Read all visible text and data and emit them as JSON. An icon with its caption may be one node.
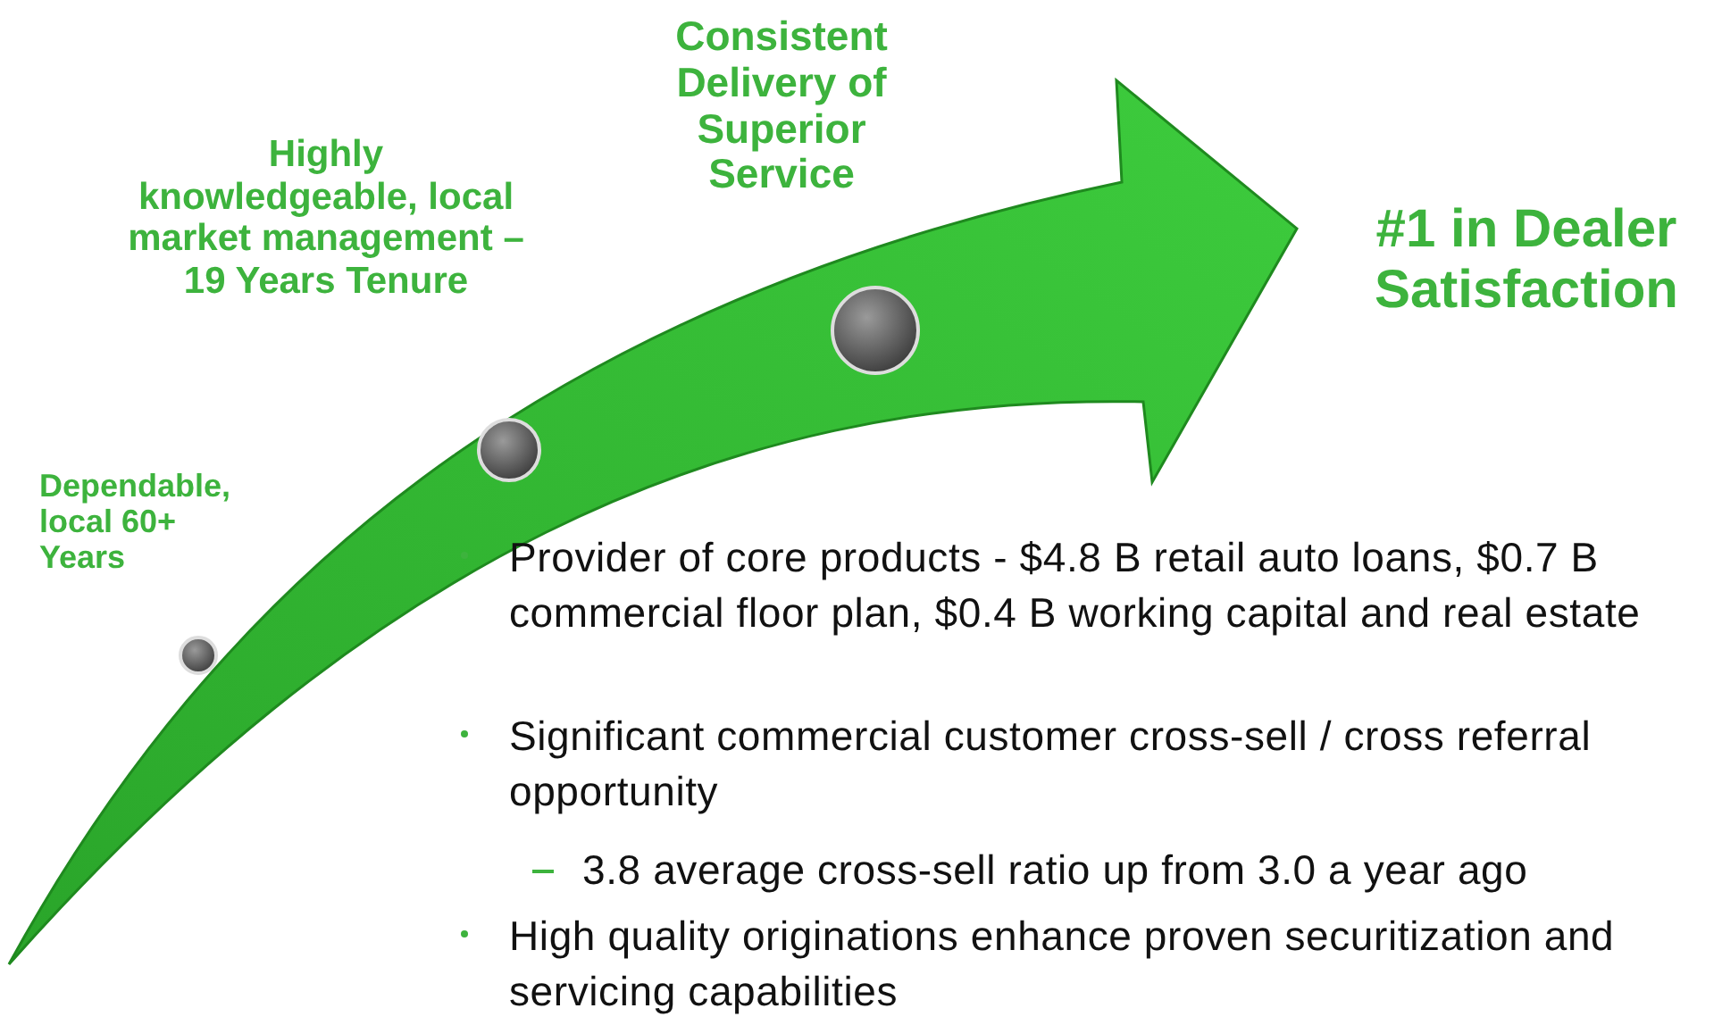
{
  "diagram": {
    "labels": [
      "Dependable, local 60+ Years",
      "Highly knowledgeable, local market management – 19 Years Tenure",
      "Consistent Delivery of Superior Service",
      "#1 in Dealer Satisfaction",
      "Provider of core products - $4.8 B retail auto loans, $0.7 B commercial floor plan, $0.4 B working capital and real estate",
      "Significant commercial customer cross-sell / cross referral opportunity",
      "3.8 average cross-sell ratio up from 3.0 a year ago",
      "High quality originations enhance proven securitization and  servicing capabilities"
    ]
  }
}
